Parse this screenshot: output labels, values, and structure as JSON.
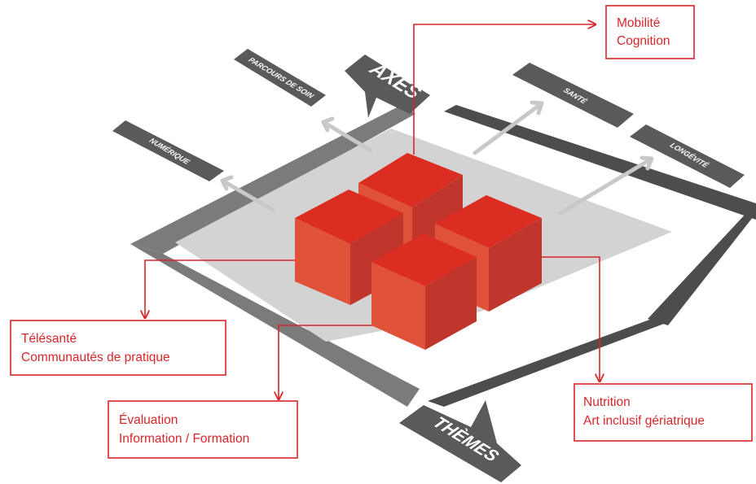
{
  "colors": {
    "accent_red": "#d8262a",
    "cube_top": "#dc2d22",
    "cube_left": "#e0523a",
    "cube_right": "#c1362c",
    "frame_dark": "#4d4d4d",
    "frame_mid": "#7b7b7c",
    "platform": "#d3d3d4",
    "arrow": "#c8c8c8",
    "label_bg": "#5a5a5a"
  },
  "axes_label": "AXES",
  "themes_label": "THÈMES",
  "axis_tags": {
    "parcours": "PARCOURS DE SOIN",
    "numerique": "NUMÉRIQUE",
    "sante": "SANTÉ",
    "longevite": "LONGÉVITÉ"
  },
  "theme_boxes": {
    "top": [
      "Mobilité",
      "Cognition"
    ],
    "left": [
      "Télésanté",
      "Communautés de pratique"
    ],
    "bottom": [
      "Évaluation",
      "Information / Formation"
    ],
    "right": [
      "Nutrition",
      "Art inclusif gériatrique"
    ]
  }
}
